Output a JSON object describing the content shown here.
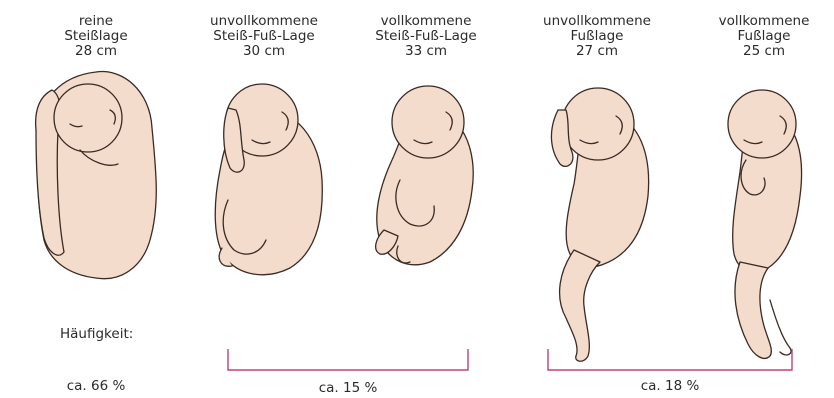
{
  "positions": [
    {
      "name": [
        "reine",
        "Steißlage"
      ],
      "length": "28 cm"
    },
    {
      "name": [
        "unvollkommene",
        "Steiß-Fuß-Lage"
      ],
      "length": "30 cm"
    },
    {
      "name": [
        "vollkommene",
        "Steiß-Fuß-Lage"
      ],
      "length": "33 cm"
    },
    {
      "name": [
        "unvollkommene",
        "Fußlage"
      ],
      "length": "27 cm"
    },
    {
      "name": [
        "vollkommene",
        "Fußlage"
      ],
      "length": "25 cm"
    }
  ],
  "frequency_label": "Häufigkeit:",
  "frequencies": [
    {
      "value": "ca. 66 %"
    },
    {
      "value": "ca. 15 %"
    },
    {
      "value": "ca. 18 %"
    }
  ],
  "colors": {
    "skin": "#f3dccb",
    "outline": "#3a2a24",
    "bracket": "#c0407a"
  }
}
